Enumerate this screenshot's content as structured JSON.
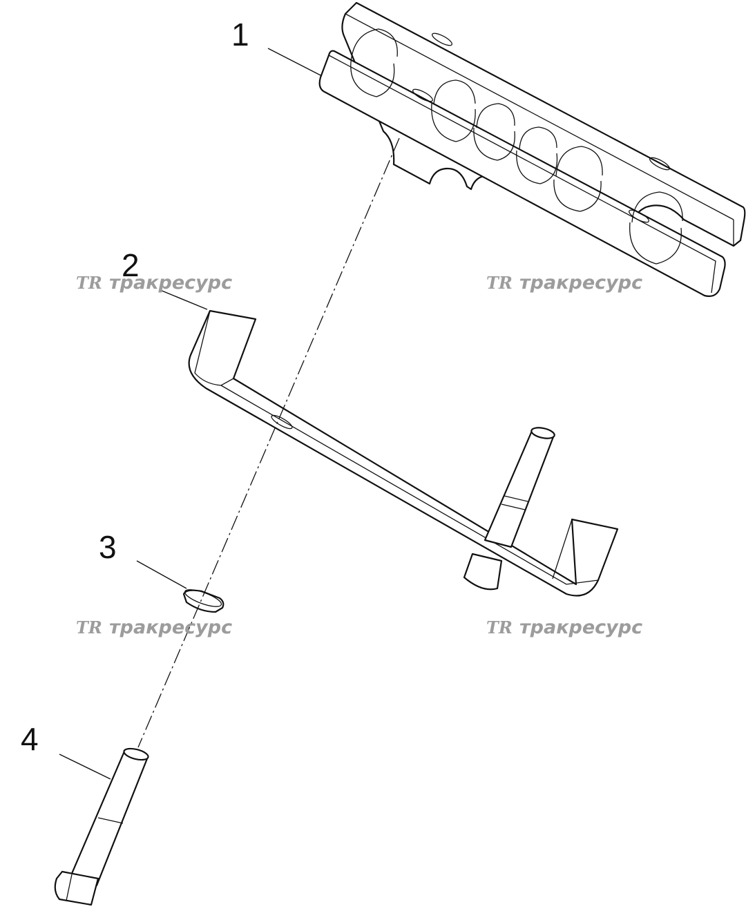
{
  "callouts": [
    {
      "id": "1",
      "label": "1"
    },
    {
      "id": "2",
      "label": "2"
    },
    {
      "id": "3",
      "label": "3"
    },
    {
      "id": "4",
      "label": "4"
    }
  ],
  "watermark": {
    "logo": "TR",
    "text": "тракресурс",
    "color": "#9c9c9c"
  },
  "parts": [
    {
      "callout": "1",
      "icon": "clamp-block-icon"
    },
    {
      "callout": "2",
      "icon": "bracket-icon"
    },
    {
      "callout": "3",
      "icon": "washer-icon"
    },
    {
      "callout": "4",
      "icon": "bolt-icon"
    }
  ]
}
